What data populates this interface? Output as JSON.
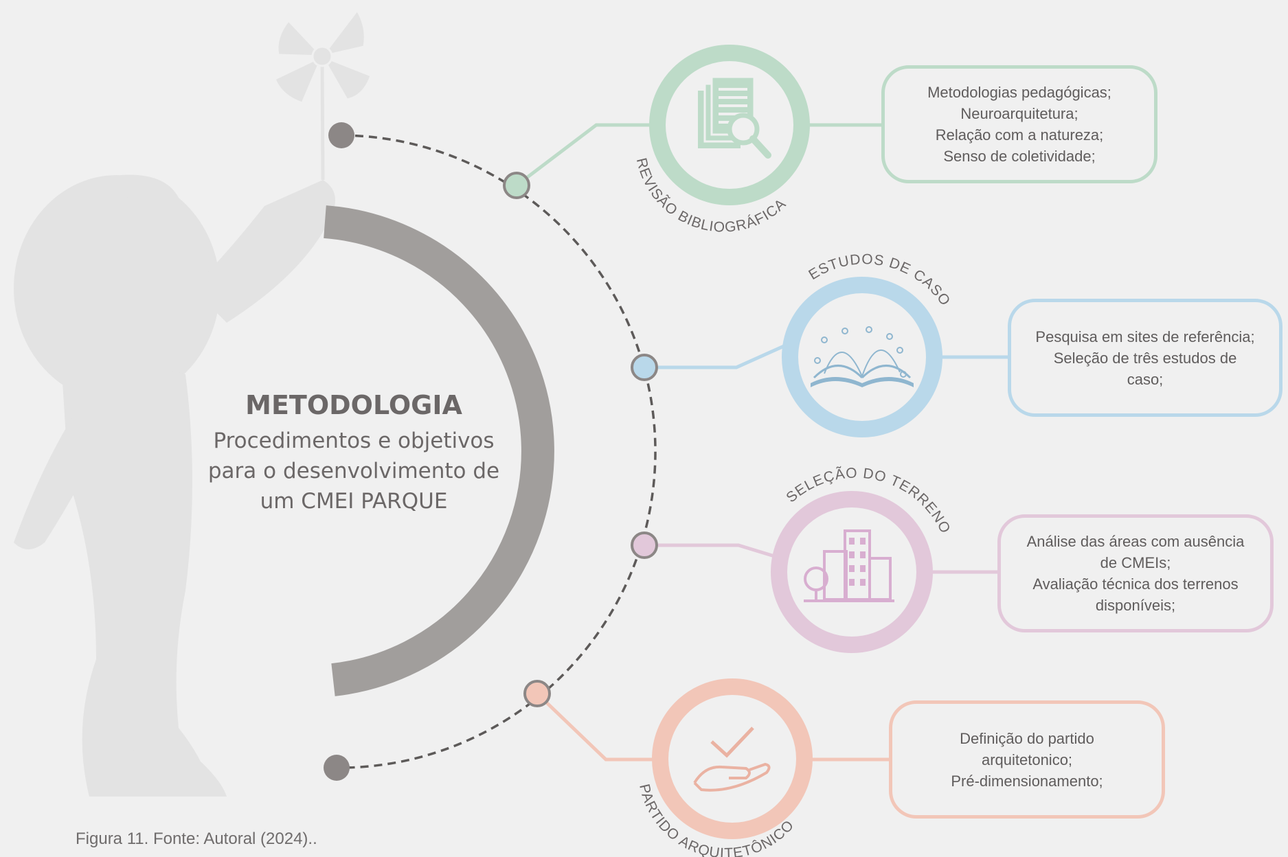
{
  "center": {
    "title": "METODOLOGIA",
    "subtitle_lines": [
      "Procedimentos e objetivos",
      "para o desenvolvimento de",
      "um CMEI PARQUE"
    ]
  },
  "steps": [
    {
      "label": "REVISÃO BIBLIOGRÁFICA",
      "icon": "document-search-icon",
      "color": "#bddbc8",
      "lines": [
        "Metodologias pedagógicas;",
        "Neuroarquitetura;",
        "Relação com a natureza;",
        "Senso de coletividade;"
      ]
    },
    {
      "label": "ESTUDOS DE CASO",
      "icon": "open-book-icon",
      "color": "#b9d8ea",
      "lines": [
        "Pesquisa em sites de referência;",
        "Seleção de três estudos de",
        "caso;"
      ]
    },
    {
      "label": "SELEÇÃO DO TERRENO",
      "icon": "city-buildings-icon",
      "color": "#e2c8da",
      "lines": [
        "Análise das áreas com ausência",
        "de CMEIs;",
        "Avaliação técnica dos terrenos",
        "disponíveis;"
      ]
    },
    {
      "label": "PARTIDO ARQUITETÔNICO",
      "icon": "hand-check-icon",
      "color": "#f2c6b8",
      "lines": [
        "Definição do partido",
        "arquitetonico;",
        "Pré-dimensionamento;"
      ]
    }
  ],
  "caption": "Figura 11. Fonte: Autoral (2024).."
}
